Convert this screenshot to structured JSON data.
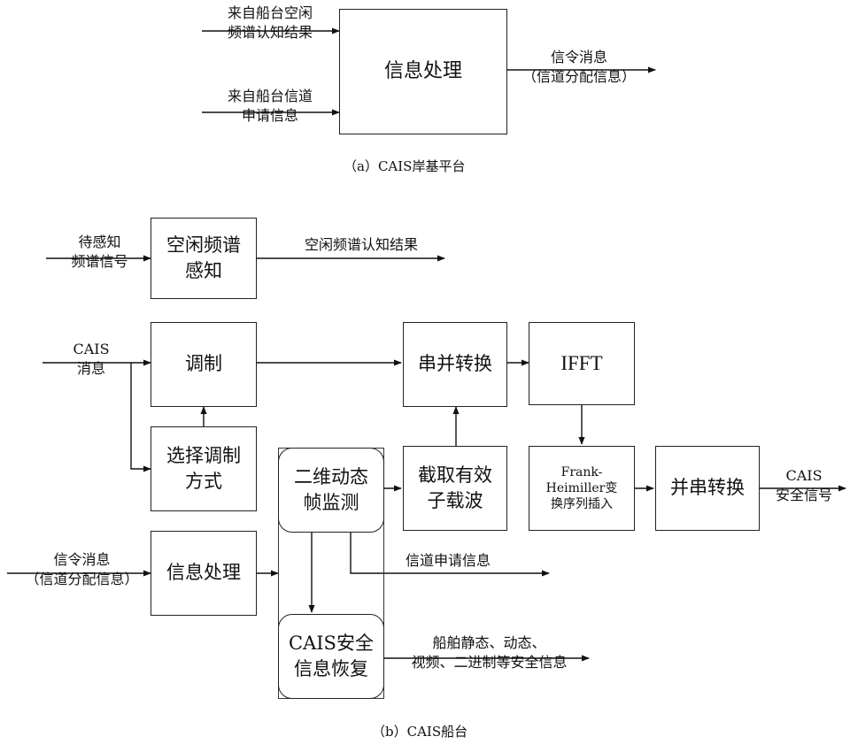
{
  "part_a": {
    "caption": "（a）CAIS岸基平台",
    "box_processing": "信息处理",
    "input_spectrum": "来自船台空闲\n频谱认知结果",
    "input_request": "来自船台信道\n申请信息",
    "output_signaling": "信令消息\n（信道分配信息）"
  },
  "part_b": {
    "caption": "（b）CAIS船台",
    "box_spectrum_sensing": "空闲频谱\n感知",
    "box_modulation": "调制",
    "box_select_modulation": "选择调制\n方式",
    "box_s2p": "串并转换",
    "box_ifft": "IFFT",
    "box_frank": "Frank-\nHeimiller变\n换序列插入",
    "box_p2s": "并串转换",
    "box_frame_monitor": "二维动态\n帧监测",
    "box_subcarrier": "截取有效\n子载波",
    "box_info_processing": "信息处理",
    "box_recovery": "CAIS安全\n信息恢复",
    "label_sensing_input": "待感知\n频谱信号",
    "label_sensing_output": "空闲频谱认知结果",
    "label_cais_message": "CAIS\n消息",
    "label_cais_output": "CAIS\n安全信号",
    "label_signaling_input": "信令消息\n（信道分配信息）",
    "label_channel_request": "信道申请信息",
    "label_safety_output": "船舶静态、动态、\n视频、二进制等安全信息"
  }
}
